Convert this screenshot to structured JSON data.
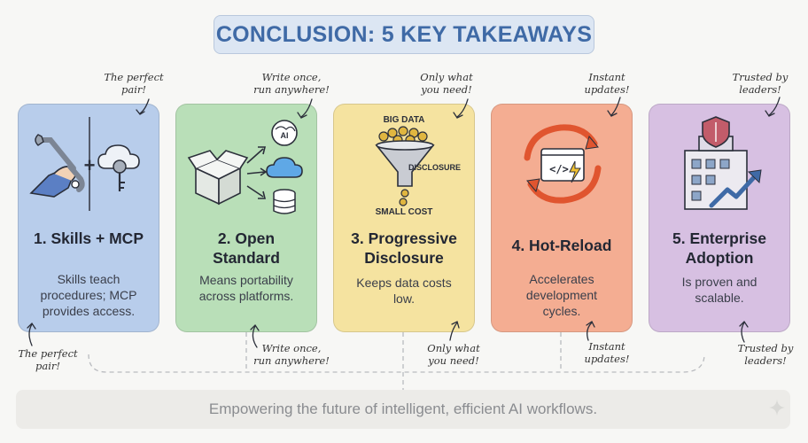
{
  "title": "CONCLUSION: 5 KEY TAKEAWAYS",
  "cards": [
    {
      "title": "1. Skills + MCP",
      "description": "Skills teach\nprocedures; MCP\nprovides access.",
      "color": "#b8cdeb",
      "icon": "wrench-hand-plus-cloud-key-icon",
      "note_top": "The perfect\npair!",
      "note_bottom": "The perfect\npair!"
    },
    {
      "title": "2. Open\nStandard",
      "description": "Means portability\nacross platforms.",
      "color": "#b9dfb8",
      "icon": "open-box-to-ai-cloud-database-icon",
      "note_top": "Write once,\nrun anywhere!",
      "note_bottom": "Write once,\nrun anywhere!"
    },
    {
      "title": "3. Progressive\nDisclosure",
      "description": "Keeps data costs\nlow.",
      "color": "#f5e3a0",
      "icon": "data-funnel-icon",
      "icon_labels": {
        "top": "BIG DATA",
        "middle": "DISCLOSURE",
        "bottom": "SMALL COST"
      },
      "note_top": "Only what\nyou need!",
      "note_bottom": "Only what\nyou need!"
    },
    {
      "title": "4. Hot-Reload",
      "description": "Accelerates\ndevelopment\ncycles.",
      "color": "#f4ad92",
      "icon": "reload-code-window-icon",
      "note_top": "Instant\nupdates!",
      "note_bottom": "Instant\nupdates!"
    },
    {
      "title": "5. Enterprise\nAdoption",
      "description": "Is proven and\nscalable.",
      "color": "#d7c0e2",
      "icon": "building-shield-growth-icon",
      "note_top": "Trusted by\nleaders!",
      "note_bottom": "Trusted by\nleaders!"
    }
  ],
  "footer": "Empowering the future of intelligent, efficient AI workflows.",
  "colors": {
    "title_text": "#3f6aa6",
    "title_bg": "#dce6f3",
    "footer_text": "#8a8c90",
    "background": "#f7f7f5"
  }
}
